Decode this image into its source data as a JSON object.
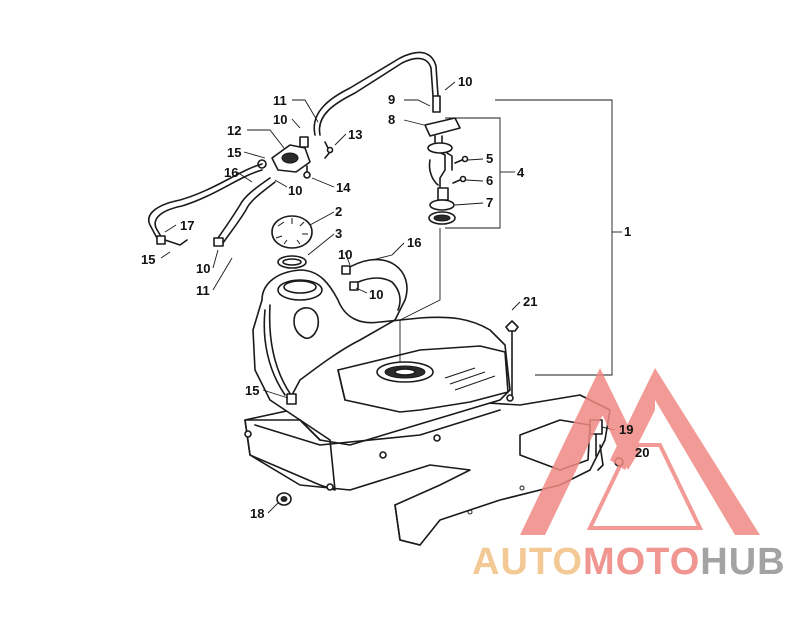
{
  "callouts": [
    {
      "id": "c1",
      "text": "1"
    },
    {
      "id": "c2",
      "text": "2"
    },
    {
      "id": "c3",
      "text": "3"
    },
    {
      "id": "c4",
      "text": "4"
    },
    {
      "id": "c5",
      "text": "5"
    },
    {
      "id": "c6",
      "text": "6"
    },
    {
      "id": "c7",
      "text": "7"
    },
    {
      "id": "c8",
      "text": "8"
    },
    {
      "id": "c9",
      "text": "9"
    },
    {
      "id": "c10a",
      "text": "10"
    },
    {
      "id": "c10b",
      "text": "10"
    },
    {
      "id": "c10c",
      "text": "10"
    },
    {
      "id": "c10d",
      "text": "10"
    },
    {
      "id": "c10e",
      "text": "10"
    },
    {
      "id": "c10f",
      "text": "10"
    },
    {
      "id": "c11a",
      "text": "11"
    },
    {
      "id": "c11b",
      "text": "11"
    },
    {
      "id": "c12",
      "text": "12"
    },
    {
      "id": "c13",
      "text": "13"
    },
    {
      "id": "c14",
      "text": "14"
    },
    {
      "id": "c15a",
      "text": "15"
    },
    {
      "id": "c15b",
      "text": "15"
    },
    {
      "id": "c15c",
      "text": "15"
    },
    {
      "id": "c16a",
      "text": "16"
    },
    {
      "id": "c16b",
      "text": "16"
    },
    {
      "id": "c17",
      "text": "17"
    },
    {
      "id": "c18",
      "text": "18"
    },
    {
      "id": "c19",
      "text": "19"
    },
    {
      "id": "c20",
      "text": "20"
    },
    {
      "id": "c21",
      "text": "21"
    }
  ],
  "watermark": {
    "part1": "AUTO",
    "part2": "MOTO",
    "part3": "HUB",
    "colors": {
      "auto": "#f2c48a",
      "moto": "#f08a84",
      "hub": "#9a9a9a",
      "logo": "#f08a84"
    }
  }
}
